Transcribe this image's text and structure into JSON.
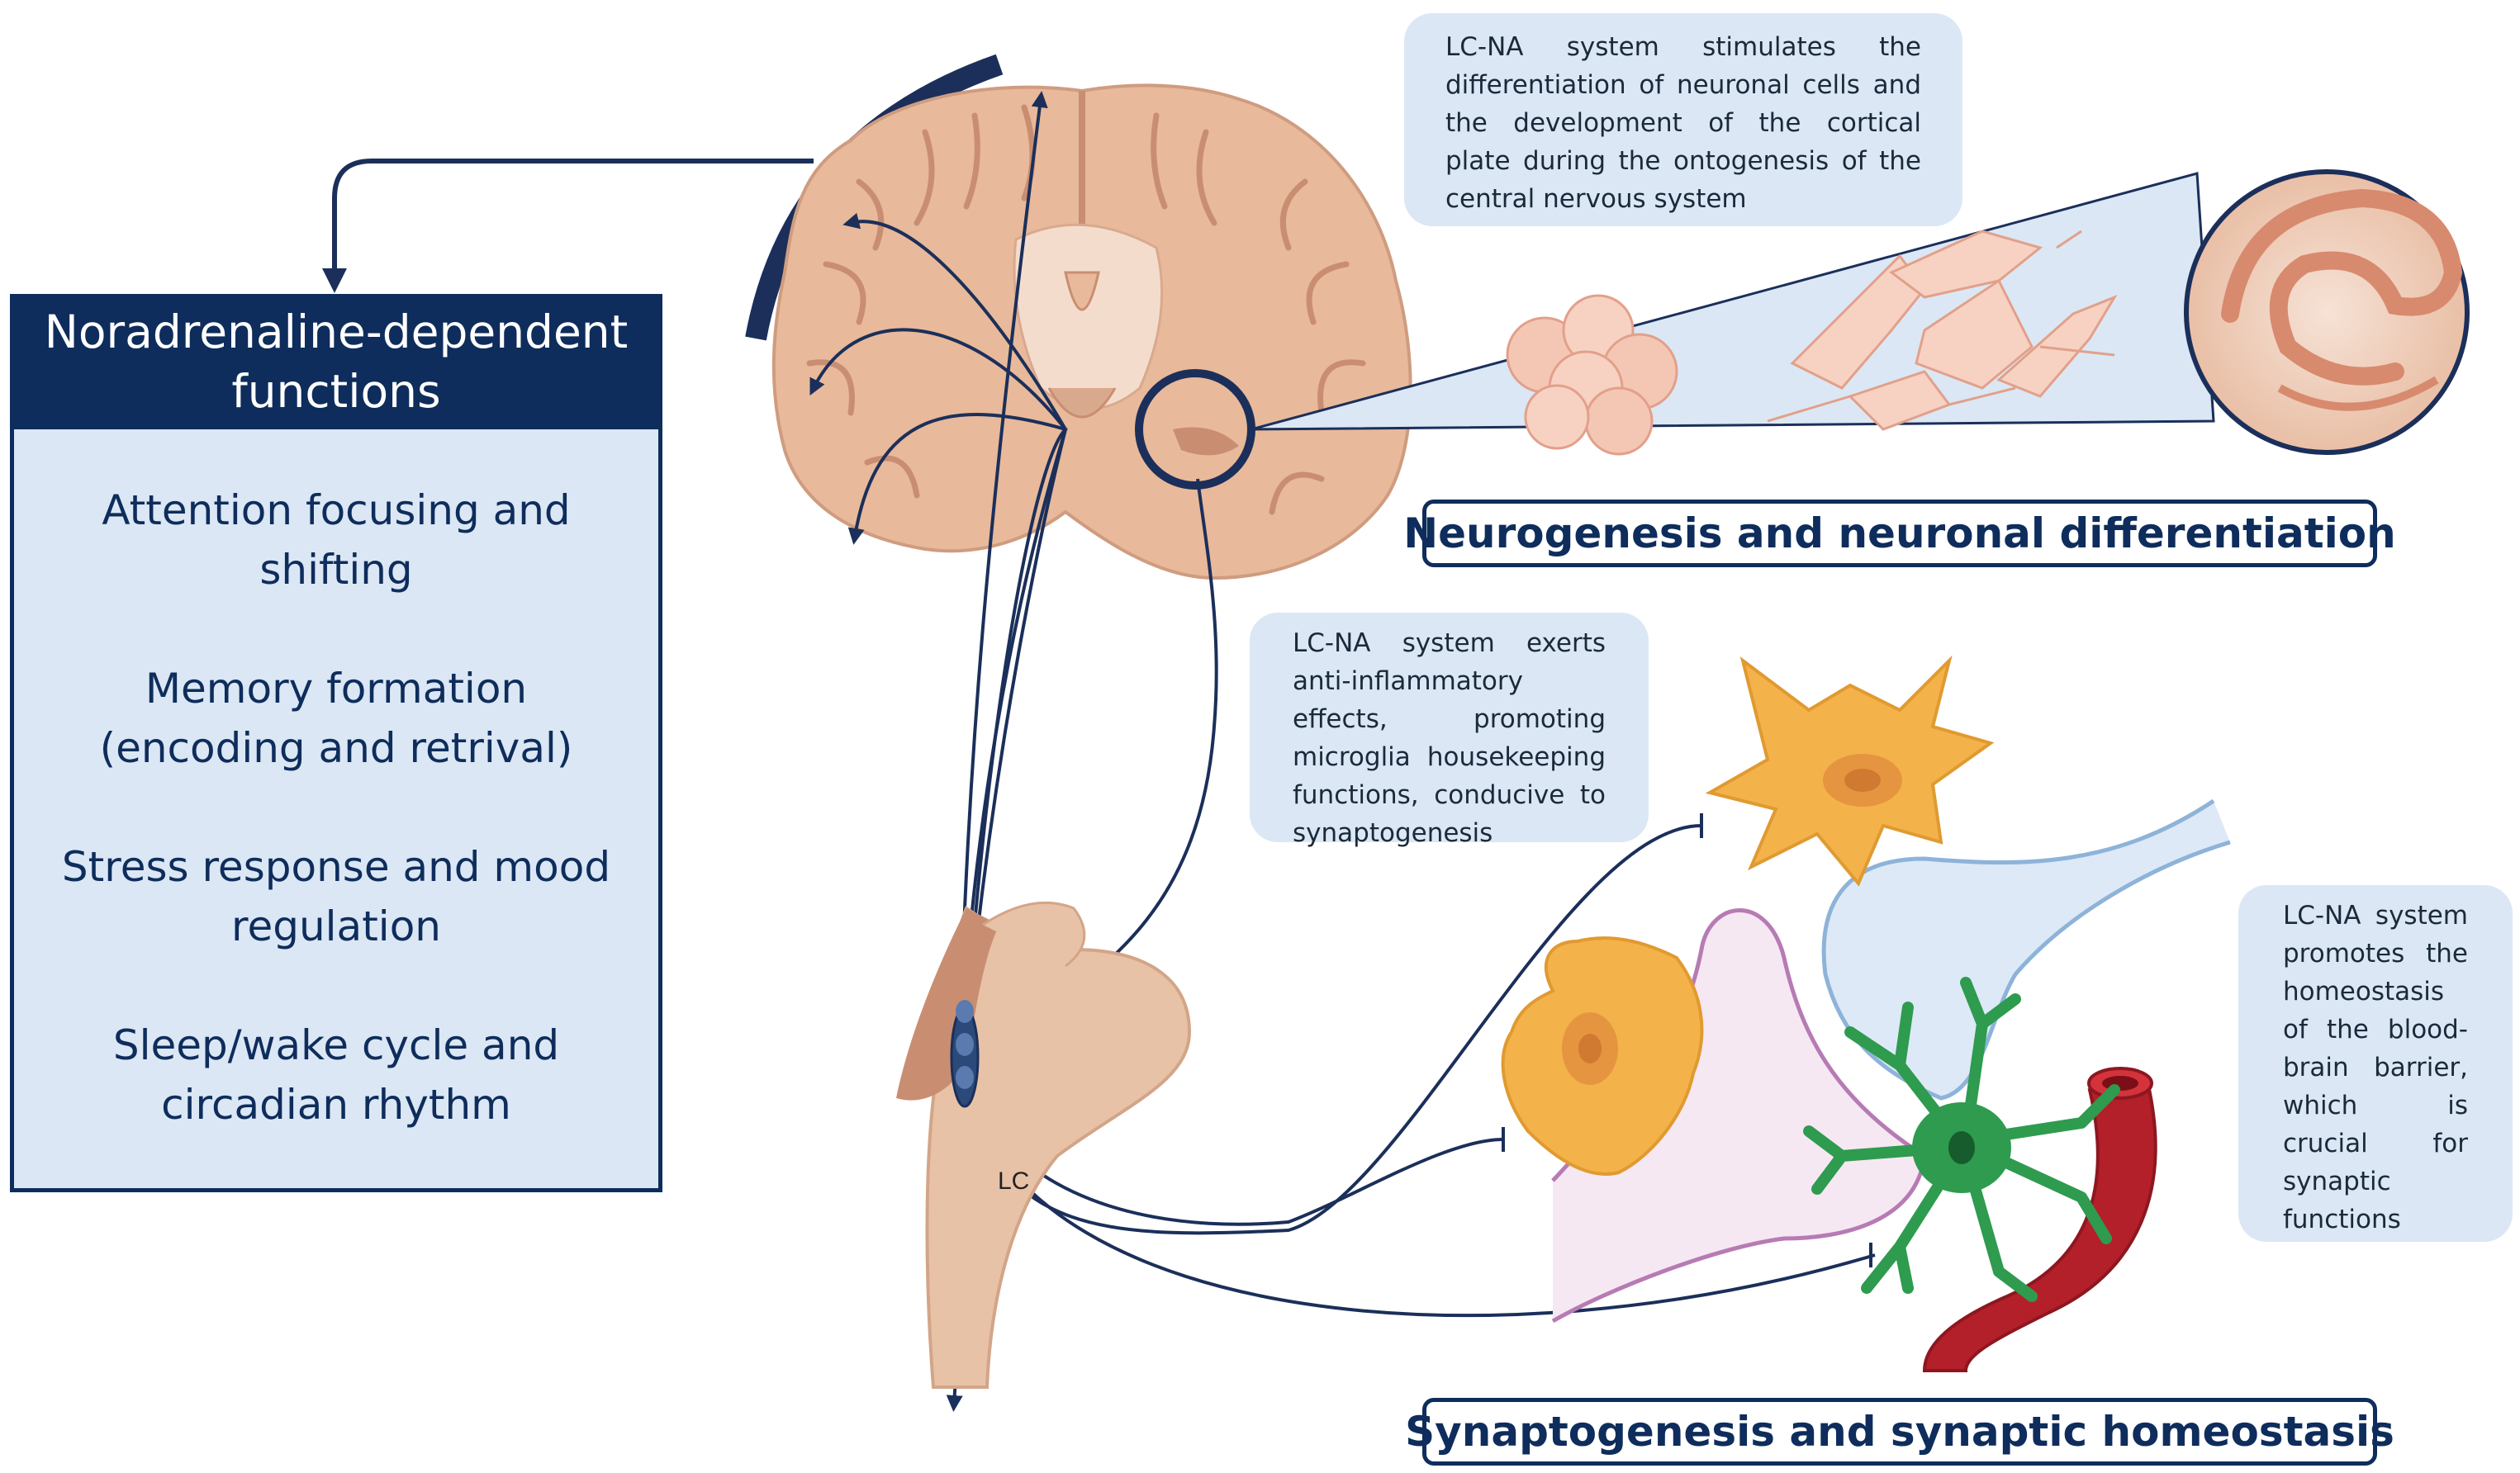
{
  "functions_panel": {
    "title": "Noradrenaline-dependent functions",
    "items": [
      "Attention focusing and shifting",
      "Memory formation (encoding and retrival)",
      "Stress response and mood regulation",
      "Sleep/wake cycle and circadian rhythm"
    ]
  },
  "callouts": {
    "neurogenesis": "LC-NA system stimulates the differentiation of neuronal cells and the development of the cortical plate during the ontogenesis of the central nervous system",
    "anti_inflammatory": "LC-NA system exerts anti-inflammatory effects, promoting microglia housekeeping functions, conducive to synaptogenesis",
    "blood_brain_barrier": "LC-NA system promotes the homeostasis of the blood-brain barrier, which is crucial for synaptic functions"
  },
  "sections": {
    "neurogenesis_title": "Neurogenesis and neuronal differentiation",
    "synaptogenesis_title": "Synaptogenesis and synaptic homeostasis"
  },
  "labels": {
    "lc": "LC"
  },
  "colors": {
    "navy": "#0e2d5c",
    "panel_fill": "#dbe7f4",
    "brain_tissue": "#e8b99a",
    "microglia": "#f4b24a",
    "astrocyte": "#2e9b4f",
    "vessel": "#b3202a"
  }
}
